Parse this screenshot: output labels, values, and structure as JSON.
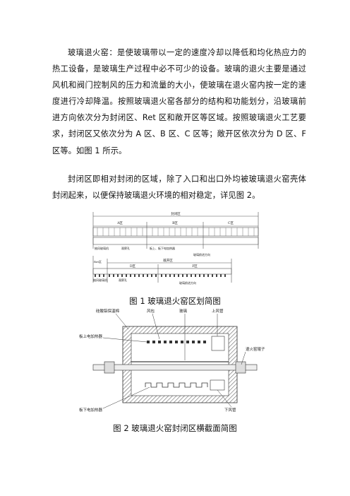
{
  "paragraphs": [
    "玻璃退火窑：是使玻璃带以一定的速度冷却以降低和均化热应力的热工设备，是玻璃生产过程中必不可少的设备。玻璃的退火主要是通过风机和阀门控制风的压力和流量的大小，使玻璃在退火窑内按一定的速度进行冷却降温。按照玻璃退火窑各部分的结构和功能划分，沿玻璃前进方向依次分为封闭区、Ret 区和敞开区等区域。按照玻璃退火工艺要求，封闭区又依次分为 A 区、B 区、C 区等；敞开区依次分为 D 区、F 区等。如图 1 所示。",
    "封闭区即相对封闭的区域，除了入口和出口外均被玻璃退火窑壳体封闭起来，以便保持玻璃退火环境的相对稳定，详见图 2。"
  ],
  "figure1": {
    "caption": "图 1    玻璃退火窑区划简图",
    "labels": {
      "closed_zone": "封闭区",
      "zone_a": "A区",
      "zone_b": "B区",
      "zone_c": "C区",
      "fan_left": "抽风玻璃机",
      "vent": "观察孔",
      "heater": "板上、板下电加热器",
      "direction_top": "玻璃前进方向",
      "ret_zone": "Ret区",
      "open_zone": "敞开区",
      "zone_d": "D区",
      "zone_f": "F区",
      "fan_bottom": "抽风玻璃机",
      "vent_bottom": "观察孔",
      "direction_bottom": "玻璃前进方向"
    }
  },
  "figure2": {
    "caption": "图 2    玻璃退火窑封闭区横截面简图",
    "labels": {
      "insulation": "硅酸铝保温棉",
      "air_duct": "风包",
      "glass": "玻璃",
      "upper_pipe": "上风管",
      "upper_heater": "板上电加热器",
      "roller": "退火窑辊子",
      "lower_heater": "板下电加热器",
      "lower_pipe": "下风管"
    }
  }
}
